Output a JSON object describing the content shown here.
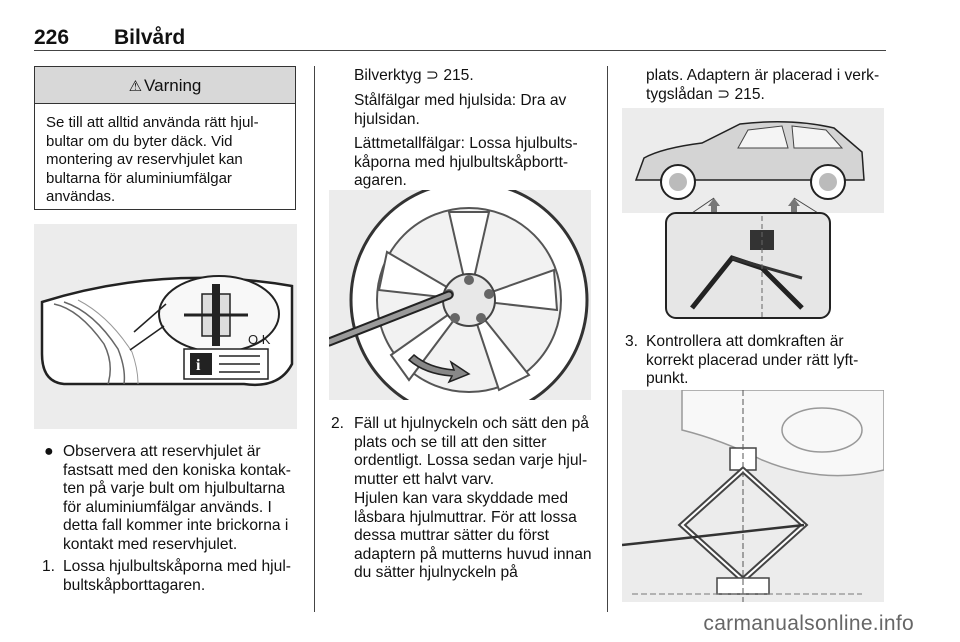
{
  "header": {
    "page_number": "226",
    "section_title": "Bilvård"
  },
  "warning": {
    "title": "Varning",
    "body": "Se till att alltid använda rätt hjul­bultar om du byter däck. Vid montering av reservhjulet kan bultarna för aluminiumfälgar användas."
  },
  "figure1": {
    "label_ok": "O K"
  },
  "col1": {
    "bullet": "Observera att reservhjulet är fastsatt med den koniska kontak­ten på varje bult om hjulbultarna för aluminiumfälgar används. I detta fall kommer inte brickorna i kontakt med reservhjulet.",
    "step1_num": "1.",
    "step1": "Lossa hjulbultskåporna med hjul­bultskåpborttagaren."
  },
  "col2": {
    "p1": "Bilverktyg ⊃ 215.",
    "p2": "Stålfälgar med hjulsida: Dra av hjulsidan.",
    "p3": "Lättmetallfälgar: Lossa hjulbults­kåporna med hjulbultskåpbortt­agaren.",
    "step2_num": "2.",
    "step2": "Fäll ut hjulnyckeln och sätt den på plats och se till att den sitter ordentligt. Lossa sedan varje hjul­mutter ett halvt varv.",
    "step2_note": "Hjulen kan vara skyddade med låsbara hjulmuttrar. För att lossa dessa muttrar sätter du först adaptern på mutterns huvud innan du sätter hjulnyckeln på"
  },
  "col3": {
    "p1": "plats. Adaptern är placerad i verk­tygslådan ⊃ 215.",
    "step3_num": "3.",
    "step3": "Kontrollera att domkraften är korrekt placerad under rätt lyft­punkt."
  },
  "watermark": "carmanualsonline.info"
}
